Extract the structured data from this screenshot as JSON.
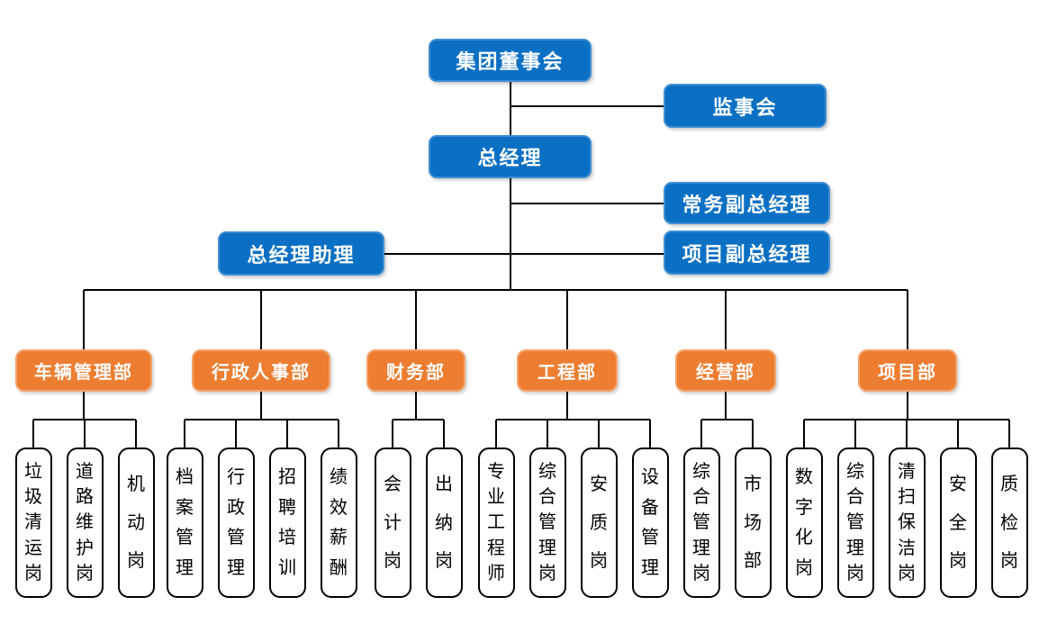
{
  "colors": {
    "executive_box": "#0B70C4",
    "department_box": "#ED7D31",
    "position_box_border": "#000000",
    "connector_line": "#000000"
  },
  "top": {
    "board": {
      "label": "集团董事会"
    },
    "supervisory": {
      "label": "监事会"
    },
    "gm": {
      "label": "总经理"
    },
    "deputy_exec": {
      "label": "常务副总经理"
    },
    "deputy_project": {
      "label": "项目副总经理"
    },
    "gm_assistant": {
      "label": "总经理助理"
    }
  },
  "departments": [
    {
      "label": "车辆管理部",
      "positions": [
        "垃圾清运岗",
        "道路维护岗",
        "机动岗"
      ]
    },
    {
      "label": "行政人事部",
      "positions": [
        "档案管理",
        "行政管理",
        "招聘培训",
        "绩效薪酬"
      ]
    },
    {
      "label": "财务部",
      "positions": [
        "会计岗",
        "出纳岗"
      ]
    },
    {
      "label": "工程部",
      "positions": [
        "专业工程师",
        "综合管理岗",
        "安质岗",
        "设备管理"
      ]
    },
    {
      "label": "经营部",
      "positions": [
        "综合管理岗",
        "市场部"
      ]
    },
    {
      "label": "项目部",
      "positions": [
        "数字化岗",
        "综合管理岗",
        "清扫保洁岗",
        "安全岗",
        "质检岗"
      ]
    }
  ]
}
